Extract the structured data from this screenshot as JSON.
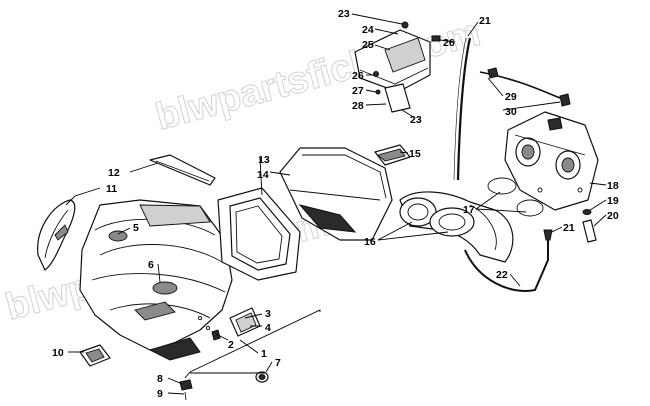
{
  "watermark": "blwpartsfiche.com",
  "callouts": [
    {
      "id": "1",
      "label": "1"
    },
    {
      "id": "2",
      "label": "2"
    },
    {
      "id": "3",
      "label": "3"
    },
    {
      "id": "4",
      "label": "4"
    },
    {
      "id": "5",
      "label": "5"
    },
    {
      "id": "6",
      "label": "6"
    },
    {
      "id": "7",
      "label": "7"
    },
    {
      "id": "8",
      "label": "8"
    },
    {
      "id": "9",
      "label": "9"
    },
    {
      "id": "10",
      "label": "10"
    },
    {
      "id": "11",
      "label": "11"
    },
    {
      "id": "12",
      "label": "12"
    },
    {
      "id": "13",
      "label": "13"
    },
    {
      "id": "14",
      "label": "14"
    },
    {
      "id": "15",
      "label": "15"
    },
    {
      "id": "16",
      "label": "16"
    },
    {
      "id": "17",
      "label": "17"
    },
    {
      "id": "18",
      "label": "18"
    },
    {
      "id": "19",
      "label": "19"
    },
    {
      "id": "20",
      "label": "20"
    },
    {
      "id": "21",
      "label": "21"
    },
    {
      "id": "21b",
      "label": "21"
    },
    {
      "id": "22",
      "label": "22"
    },
    {
      "id": "23",
      "label": "23"
    },
    {
      "id": "23b",
      "label": "23"
    },
    {
      "id": "24",
      "label": "24"
    },
    {
      "id": "25",
      "label": "25"
    },
    {
      "id": "26",
      "label": "26"
    },
    {
      "id": "26b",
      "label": "26"
    },
    {
      "id": "27",
      "label": "27"
    },
    {
      "id": "28",
      "label": "28"
    },
    {
      "id": "29",
      "label": "29"
    },
    {
      "id": "30",
      "label": "30"
    }
  ]
}
